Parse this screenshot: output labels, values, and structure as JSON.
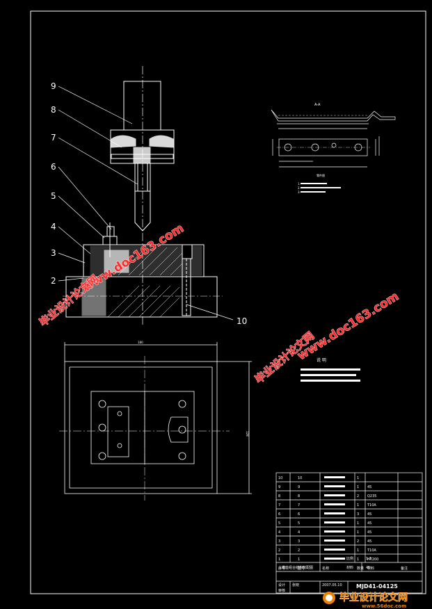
{
  "assembly": {
    "part_callouts": [
      "9",
      "8",
      "7",
      "6",
      "5",
      "4",
      "3",
      "2",
      "10"
    ]
  },
  "detail": {
    "section_label": "A-A",
    "view_label": "零件图",
    "notes": [
      "1.",
      "2.",
      "3."
    ]
  },
  "plan_view": {
    "width_dim": "180",
    "height_dim": "128"
  },
  "notes_block": {
    "title": "说  明",
    "lines": [
      "",
      "",
      ""
    ]
  },
  "bom": {
    "rows": [
      {
        "seq": "10",
        "no": "10",
        "name": "",
        "qty": "1",
        "material": "",
        "remark": ""
      },
      {
        "seq": "9",
        "no": "9",
        "name": "",
        "qty": "1",
        "material": "45",
        "remark": ""
      },
      {
        "seq": "8",
        "no": "8",
        "name": "",
        "qty": "2",
        "material": "Q235",
        "remark": ""
      },
      {
        "seq": "7",
        "no": "7",
        "name": "",
        "qty": "1",
        "material": "T10A",
        "remark": ""
      },
      {
        "seq": "6",
        "no": "6",
        "name": "",
        "qty": "3",
        "material": "45",
        "remark": ""
      },
      {
        "seq": "5",
        "no": "5",
        "name": "",
        "qty": "1",
        "material": "45",
        "remark": ""
      },
      {
        "seq": "4",
        "no": "4",
        "name": "",
        "qty": "1",
        "material": "45",
        "remark": ""
      },
      {
        "seq": "3",
        "no": "3",
        "name": "",
        "qty": "2",
        "material": "45",
        "remark": ""
      },
      {
        "seq": "2",
        "no": "2",
        "name": "",
        "qty": "1",
        "material": "T10A",
        "remark": ""
      },
      {
        "seq": "1",
        "no": "1",
        "name": "",
        "qty": "1",
        "material": "HT200",
        "remark": ""
      }
    ],
    "header": {
      "seq": "序号",
      "no": "图号",
      "name": "名称",
      "qty": "数量",
      "material": "材料",
      "remark": "备注"
    }
  },
  "title_block": {
    "title": "上模座组合结构装配图",
    "scale_label": "比例",
    "scale_value": "1:1",
    "material_label": "材料",
    "material_value": "45",
    "design_label": "设计",
    "designer": "张晓",
    "date": "2007.05.10",
    "check_label": "审核",
    "drawing_no": "MJD41-04125"
  },
  "watermarks": {
    "site": "www.doc163.com",
    "cn": "毕业设计论文网",
    "footer_cn": "毕业设计论文网",
    "footer_url": "www.56doc.com"
  },
  "colors": {
    "background": "#000000",
    "lines": "#ffffff",
    "watermark_red": "#ff2a2a",
    "footer_orange": "#f08000"
  }
}
